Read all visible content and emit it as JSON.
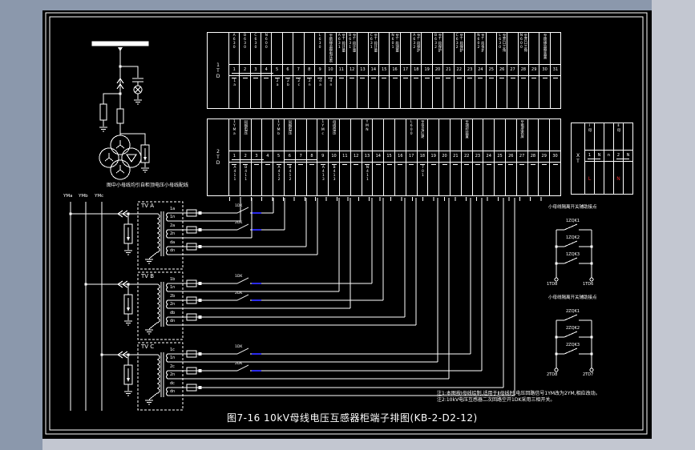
{
  "chrome": {
    "left_panel_color": "#8b98ac",
    "top_panel_color": "#8b98ac",
    "right_panel_color": "#c3c7d1",
    "bottom_panel_color": "#c3c7d1",
    "canvas_bg": "#000000",
    "line_color": "#ffffff",
    "accent_blue": "#2b2bee",
    "accent_red": "#e83030"
  },
  "title": "图7-16 10kV母线电压互感器柜端子排图(KB-2-D2-12)",
  "notes": {
    "line1": "注1:本图按Ⅰ母线绘制,适用于Ⅱ母线时,电压回路信号1YM改为2YM,相应改动。",
    "line2": "注2:10kV电压互感器二次回路空开1DK采用三相开关。"
  },
  "schematic": {
    "caption": "图中小母线均引自柜顶电压小母线配线",
    "bus_labels": [
      {
        "label": "YMa"
      },
      {
        "label": "YMb"
      },
      {
        "label": "YMc"
      }
    ]
  },
  "tv_sections": [
    {
      "label": "TV A",
      "leads": [
        {
          "t": "1a"
        },
        {
          "t": "1n"
        },
        {
          "t": "2a"
        },
        {
          "t": "2n"
        },
        {
          "t": "da"
        },
        {
          "t": "dn"
        }
      ],
      "breakers": [
        {
          "t": "1DK"
        },
        {
          "t": "2DK"
        }
      ]
    },
    {
      "label": "TV B",
      "leads": [
        {
          "t": "1b"
        },
        {
          "t": "1n"
        },
        {
          "t": "2b"
        },
        {
          "t": "2n"
        },
        {
          "t": "db"
        },
        {
          "t": "dn"
        }
      ],
      "breakers": [
        {
          "t": "1DK"
        },
        {
          "t": "2DK"
        }
      ]
    },
    {
      "label": "TV C",
      "leads": [
        {
          "t": "1c"
        },
        {
          "t": "1n"
        },
        {
          "t": "2c"
        },
        {
          "t": "2n"
        },
        {
          "t": "dc"
        },
        {
          "t": "dn"
        }
      ],
      "breakers": [
        {
          "t": "1DK"
        },
        {
          "t": "2DK"
        }
      ]
    }
  ],
  "strip1": {
    "name": "1TD",
    "columns": [
      {
        "t": "A630",
        "n": "1",
        "b": "1a"
      },
      {
        "t": "B630",
        "n": "2",
        "b": ""
      },
      {
        "t": "C630",
        "n": "3",
        "b": ""
      },
      {
        "t": "N600",
        "n": "4",
        "b": ""
      },
      {
        "t": "",
        "n": "5",
        "b": "2a"
      },
      {
        "t": "",
        "n": "6",
        "b": "2b"
      },
      {
        "t": "",
        "n": "7",
        "b": "2c"
      },
      {
        "t": "",
        "n": "8",
        "b": "2n"
      },
      {
        "t": "L630",
        "n": "9",
        "b": "da"
      },
      {
        "t": "至绝缘监察电压表",
        "n": "10",
        "b": "dn"
      },
      {
        "t": "至Ⅰ段计量A631",
        "n": "11",
        "b": ""
      },
      {
        "t": "至Ⅰ段计量B631",
        "n": "12",
        "b": ""
      },
      {
        "t": "",
        "n": "13",
        "b": ""
      },
      {
        "t": "至Ⅰ段计量C631",
        "n": "14",
        "b": ""
      },
      {
        "t": "",
        "n": "15",
        "b": ""
      },
      {
        "t": "至Ⅰ段测量N601",
        "n": "16",
        "b": ""
      },
      {
        "t": "",
        "n": "17",
        "b": ""
      },
      {
        "t": "至Ⅰ段保护A632",
        "n": "18",
        "b": ""
      },
      {
        "t": "",
        "n": "19",
        "b": ""
      },
      {
        "t": "至Ⅰ段保护B632",
        "n": "20",
        "b": ""
      },
      {
        "t": "",
        "n": "21",
        "b": ""
      },
      {
        "t": "至Ⅰ段保护C632",
        "n": "22",
        "b": ""
      },
      {
        "t": "",
        "n": "23",
        "b": ""
      },
      {
        "t": "至Ⅰ段保护N602",
        "n": "24",
        "b": ""
      },
      {
        "t": "",
        "n": "25",
        "b": ""
      },
      {
        "t": "至开口三角L630",
        "n": "26",
        "b": ""
      },
      {
        "t": "",
        "n": "27",
        "b": ""
      },
      {
        "t": "至开口三角N600",
        "n": "28",
        "b": ""
      },
      {
        "t": "",
        "n": "29",
        "b": ""
      },
      {
        "t": "至绝缘监察装置",
        "n": "30",
        "b": ""
      },
      {
        "t": "",
        "n": "31",
        "b": ""
      }
    ]
  },
  "strip2": {
    "name": "2TD",
    "columns": [
      {
        "t": "1YMa",
        "n": "1",
        "b": "A411"
      },
      {
        "t": "同期电压",
        "n": "2",
        "b": "B411"
      },
      {
        "t": "",
        "n": "3",
        "b": ""
      },
      {
        "t": "",
        "n": "4",
        "b": ""
      },
      {
        "t": "1YMb",
        "n": "5",
        "b": "A412"
      },
      {
        "t": "同期电压",
        "n": "6",
        "b": "B412"
      },
      {
        "t": "",
        "n": "7",
        "b": ""
      },
      {
        "t": "",
        "n": "8",
        "b": ""
      },
      {
        "t": "1YMc",
        "n": "9",
        "b": "A413"
      },
      {
        "t": "母线电压",
        "n": "10",
        "b": "B413"
      },
      {
        "t": "",
        "n": "11",
        "b": ""
      },
      {
        "t": "",
        "n": "12",
        "b": ""
      },
      {
        "t": "YMN",
        "n": "13",
        "b": "N411"
      },
      {
        "t": "",
        "n": "14",
        "b": ""
      },
      {
        "t": "",
        "n": "15",
        "b": ""
      },
      {
        "t": "",
        "n": "16",
        "b": ""
      },
      {
        "t": "L600",
        "n": "17",
        "b": ""
      },
      {
        "t": "至信号回路",
        "n": "18",
        "b": "701"
      },
      {
        "t": "",
        "n": "19",
        "b": ""
      },
      {
        "t": "",
        "n": "20",
        "b": ""
      },
      {
        "t": "",
        "n": "21",
        "b": ""
      },
      {
        "t": "至测控装置",
        "n": "22",
        "b": ""
      },
      {
        "t": "",
        "n": "23",
        "b": ""
      },
      {
        "t": "",
        "n": "24",
        "b": ""
      },
      {
        "t": "",
        "n": "25",
        "b": ""
      },
      {
        "t": "",
        "n": "26",
        "b": ""
      },
      {
        "t": "至电度表屏",
        "n": "27",
        "b": ""
      },
      {
        "t": "",
        "n": "28",
        "b": ""
      },
      {
        "t": "",
        "n": "29",
        "b": ""
      },
      {
        "t": "",
        "n": "30",
        "b": ""
      }
    ]
  },
  "mini_table": {
    "name": "XT",
    "columns": [
      {
        "t": "Ⅰ母",
        "m": "1",
        "r": "L"
      },
      {
        "t": "",
        "m": "N",
        "r": ""
      },
      {
        "t": "",
        "m": "n",
        "r": ""
      },
      {
        "t": "Ⅱ母",
        "m": "2",
        "r": "N"
      },
      {
        "t": "",
        "m": "N",
        "r": ""
      }
    ]
  },
  "aux1": {
    "title": "小母线隔离开关辅助接点",
    "c1": "1ZQK1",
    "c2": "1ZQK2",
    "c3": "1ZQK3",
    "tl": "1TD8",
    "tr": "1TD6"
  },
  "aux2": {
    "title": "小母线隔离开关辅助接点",
    "c1": "2ZQK1",
    "c2": "2ZQK2",
    "c3": "2ZQK3",
    "tl": "2TD8",
    "tr": "2TD7"
  }
}
